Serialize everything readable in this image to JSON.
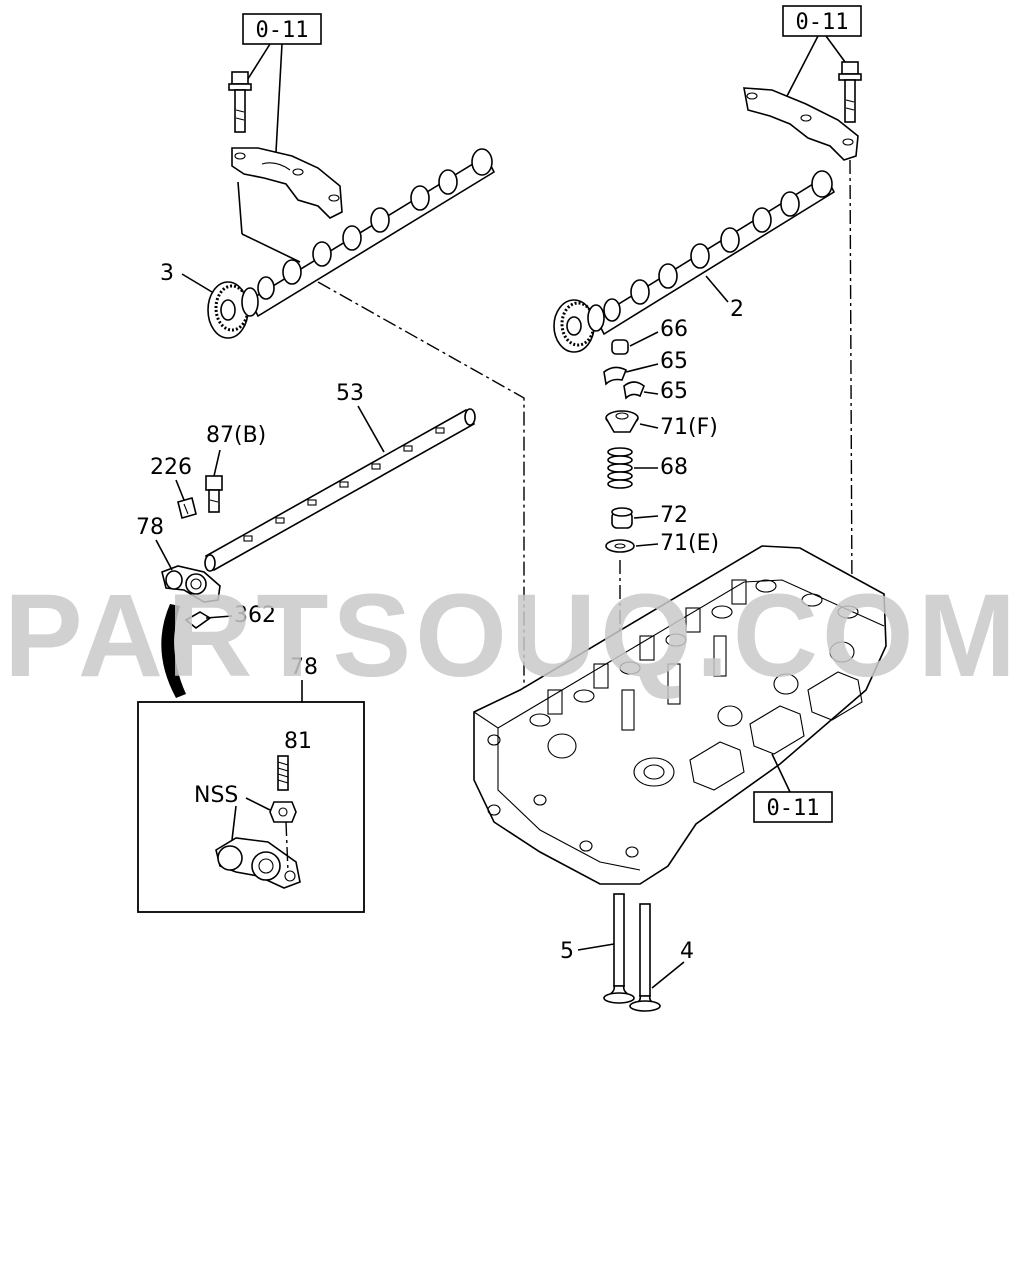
{
  "watermark": "PARTSOUQ.COM",
  "references": {
    "top_left": "0-11",
    "top_right": "0-11",
    "head": "0-11"
  },
  "labels": {
    "p3": "3",
    "p2": "2",
    "p66": "66",
    "p65a": "65",
    "p65b": "65",
    "p71f": "71(F)",
    "p68": "68",
    "p72": "72",
    "p71e": "71(E)",
    "p53": "53",
    "p87b": "87(B)",
    "p226": "226",
    "p78": "78",
    "p362": "362",
    "p78_inset": "78",
    "p81": "81",
    "nss": "NSS",
    "p5": "5",
    "p4": "4"
  }
}
